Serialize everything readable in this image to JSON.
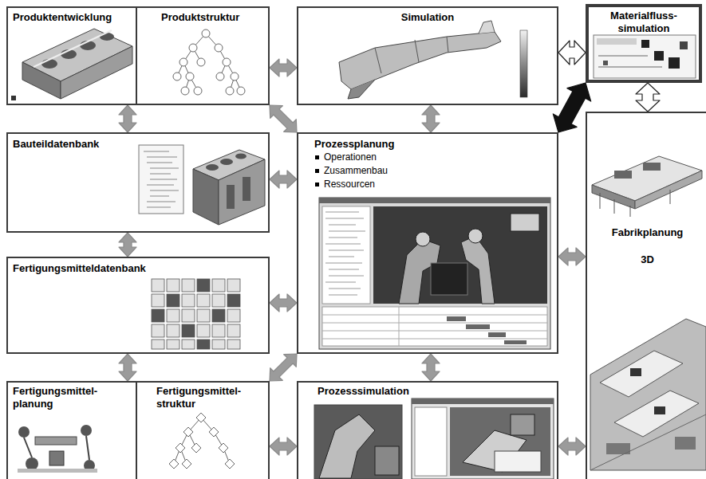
{
  "diagram": {
    "nodes": [
      {
        "text": [
          "Produktentwicklung"
        ]
      },
      {
        "text": [
          "Produktstruktur"
        ]
      },
      {
        "text": [
          "Simulation"
        ]
      },
      {
        "text": [
          "Materialfluss- simulation"
        ]
      },
      {
        "text": [
          "Bauteildatenbank"
        ]
      },
      {
        "text": [
          "Prozessplanung",
          "Operationen",
          "Zusammenbau",
          "Ressourcen"
        ]
      },
      {
        "text": [
          "Fabrikplanung",
          "3D"
        ]
      },
      {
        "text": [
          "Fertigungsmitteldatenbank"
        ]
      },
      {
        "text": [
          "Fertigungsmittel- planung"
        ]
      },
      {
        "text": [
          "Fertigungsmittel- struktur"
        ]
      },
      {
        "text": [
          "Prozesssimulation"
        ]
      }
    ],
    "edges": [
      {
        "from": 1,
        "to": 2,
        "arrow": "both"
      },
      {
        "from": 0,
        "to": 4,
        "arrow": "both"
      },
      {
        "from": 1,
        "to": 5,
        "arrow": "both"
      },
      {
        "from": 2,
        "to": 5,
        "arrow": "both"
      },
      {
        "from": 2,
        "to": 3,
        "arrow": "both"
      },
      {
        "from": 3,
        "to": 5,
        "arrow": "both"
      },
      {
        "from": 3,
        "to": 6,
        "arrow": "both"
      },
      {
        "from": 4,
        "to": 5,
        "arrow": "both"
      },
      {
        "from": 4,
        "to": 7,
        "arrow": "both"
      },
      {
        "from": 7,
        "to": 5,
        "arrow": "both"
      },
      {
        "from": 5,
        "to": 6,
        "arrow": "both"
      },
      {
        "from": 7,
        "to": 8,
        "arrow": "both"
      },
      {
        "from": 5,
        "to": 9,
        "arrow": "both"
      },
      {
        "from": 5,
        "to": 10,
        "arrow": "both"
      },
      {
        "from": 9,
        "to": 10,
        "arrow": "both"
      },
      {
        "from": 10,
        "to": 6,
        "arrow": "both"
      }
    ]
  }
}
